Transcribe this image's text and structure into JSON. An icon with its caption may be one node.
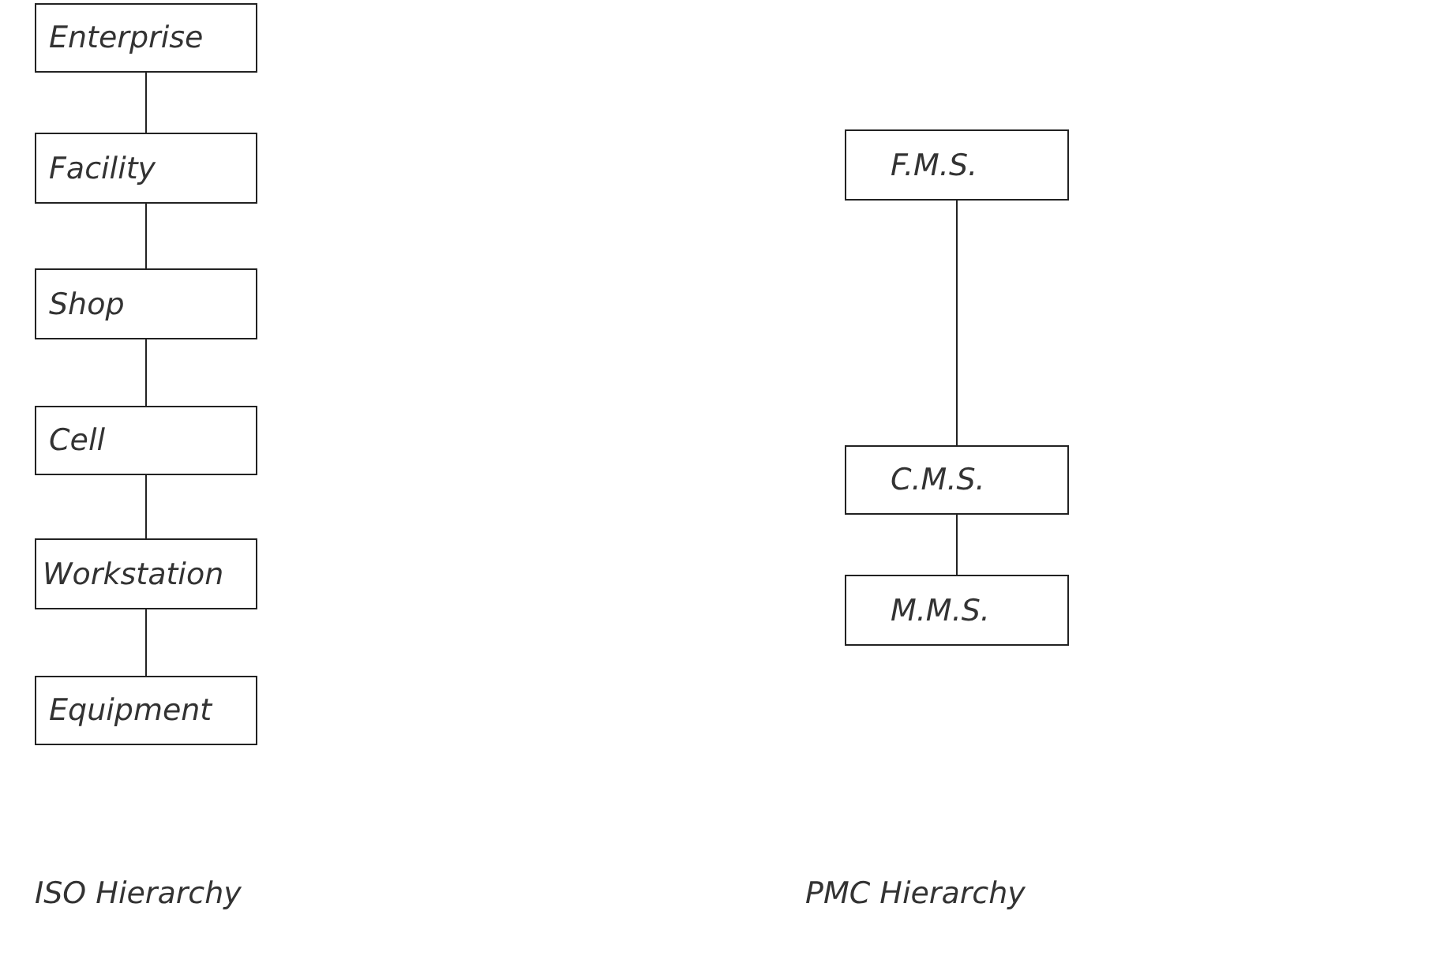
{
  "diagram": {
    "nodes": [
      {
        "text": [
          "Enterprise"
        ]
      },
      {
        "text": [
          "Facility"
        ]
      },
      {
        "text": [
          "Shop"
        ]
      },
      {
        "text": [
          "Cell"
        ]
      },
      {
        "text": [
          "Workstation"
        ]
      },
      {
        "text": [
          "Equipment"
        ]
      },
      {
        "text": [
          "F.M.S."
        ]
      },
      {
        "text": [
          "C.M.S."
        ]
      },
      {
        "text": [
          "M.M.S."
        ]
      }
    ],
    "edges": [
      {
        "from": 0,
        "to": 1,
        "arrow": "none"
      },
      {
        "from": 1,
        "to": 2,
        "arrow": "none"
      },
      {
        "from": 2,
        "to": 3,
        "arrow": "none"
      },
      {
        "from": 3,
        "to": 4,
        "arrow": "none"
      },
      {
        "from": 4,
        "to": 5,
        "arrow": "none"
      },
      {
        "from": 6,
        "to": 7,
        "arrow": "none"
      },
      {
        "from": 7,
        "to": 8,
        "arrow": "none"
      }
    ],
    "labels": [
      "ISO Hierarchy",
      "PMC Hierarchy"
    ]
  }
}
